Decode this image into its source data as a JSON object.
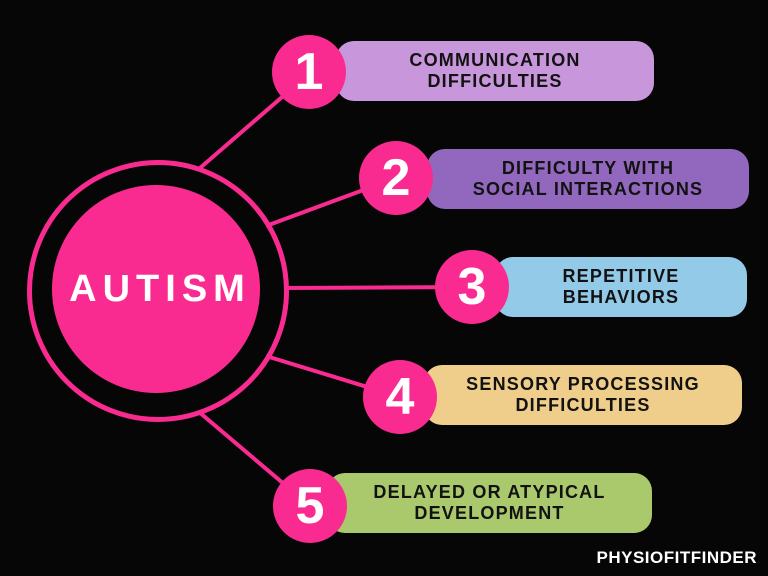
{
  "colors": {
    "background": "#060606",
    "accent-pink": "#FA2B90",
    "text-dark": "#121212",
    "text-light": "#FFFFFF"
  },
  "center": {
    "label": "AUTISM"
  },
  "items": [
    {
      "number": "1",
      "line1": "COMMUNICATION",
      "line2": "DIFFICULTIES",
      "color": "#C897DB"
    },
    {
      "number": "2",
      "line1": "DIFFICULTY WITH",
      "line2": "SOCIAL INTERACTIONS",
      "color": "#9268BE"
    },
    {
      "number": "3",
      "line1": "REPETITIVE",
      "line2": "BEHAVIORS",
      "color": "#92CAE8"
    },
    {
      "number": "4",
      "line1": "SENSORY PROCESSING",
      "line2": "DIFFICULTIES",
      "color": "#EFCD8A"
    },
    {
      "number": "5",
      "line1": "DELAYED OR ATYPICAL",
      "line2": "DEVELOPMENT",
      "color": "#A9C96C"
    }
  ],
  "footer": {
    "brand": "PHYSIOFITFINDER"
  }
}
